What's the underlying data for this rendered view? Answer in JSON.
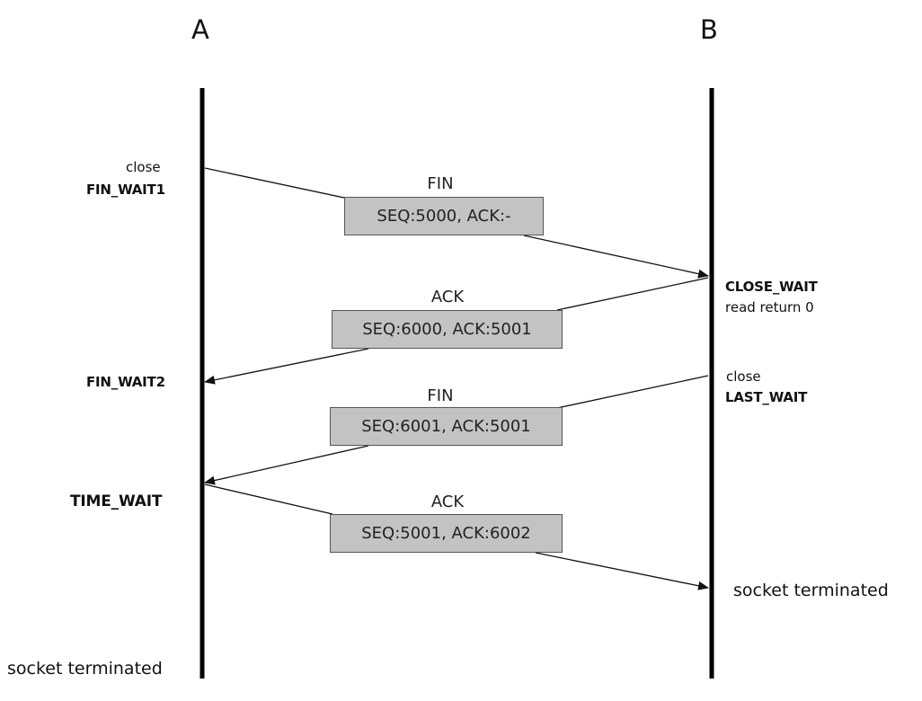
{
  "hosts": {
    "a": "A",
    "b": "B"
  },
  "a_side": {
    "close": "close",
    "fin_wait1": "FIN_WAIT1",
    "fin_wait2": "FIN_WAIT2",
    "time_wait": "TIME_WAIT",
    "socket_terminated": "socket terminated"
  },
  "b_side": {
    "close_wait": "CLOSE_WAIT",
    "read_return": "read return 0",
    "close": "close",
    "last_wait": "LAST_WAIT",
    "socket_terminated": "socket terminated"
  },
  "messages": [
    {
      "name": "FIN",
      "detail": "SEQ:5000, ACK:-"
    },
    {
      "name": "ACK",
      "detail": "SEQ:6000, ACK:5001"
    },
    {
      "name": "FIN",
      "detail": "SEQ:6001, ACK:5001"
    },
    {
      "name": "ACK",
      "detail": "SEQ:5001, ACK:6002"
    }
  ]
}
